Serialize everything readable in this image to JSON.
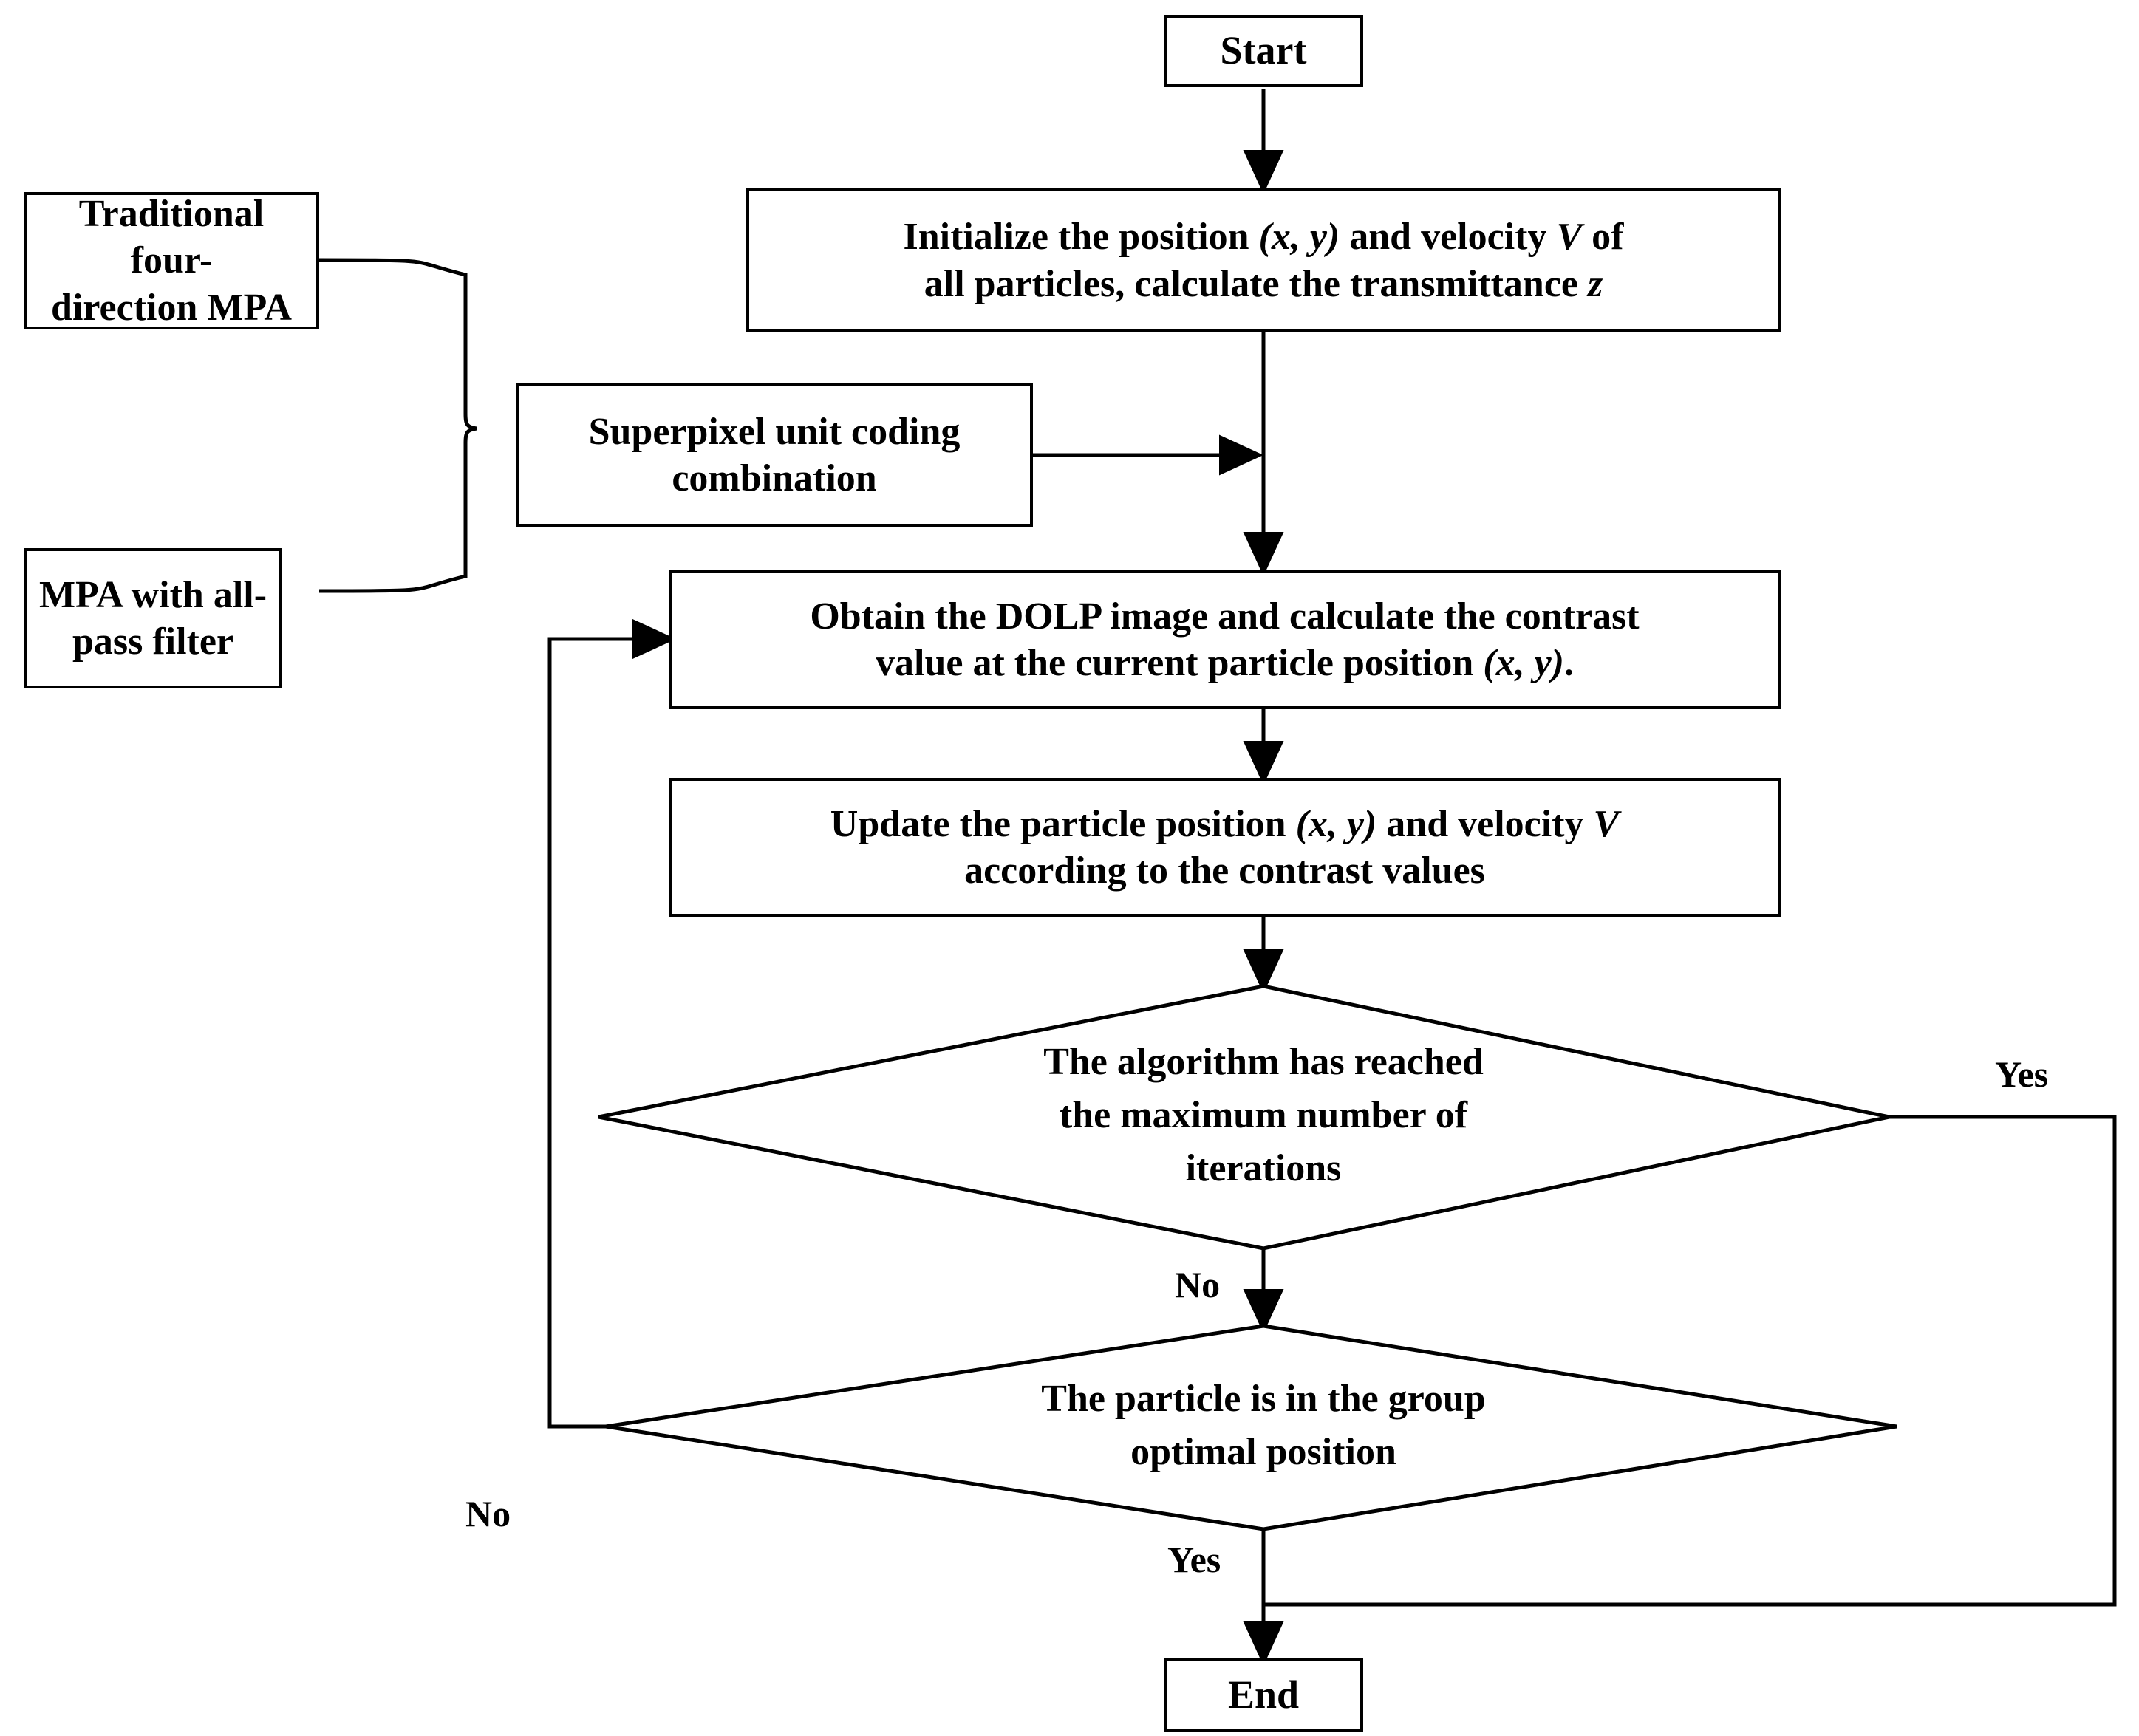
{
  "diagram": {
    "title": "MPA superpixel particle swarm optimization flowchart",
    "type": "flowchart",
    "background_color": "#ffffff",
    "line_color": "#000000"
  },
  "nodes": {
    "start": {
      "label": "Start",
      "shape": "rectangle"
    },
    "initialize": {
      "line1": "Initialize the position (x, y) and velocity V of",
      "line2": "all particles, calculate the transmittance z",
      "shape": "rectangle"
    },
    "traditional_mpa": {
      "line1": "Traditional four-",
      "line2": "direction MPA",
      "shape": "rectangle"
    },
    "mpa_allpass": {
      "line1": "MPA with all-",
      "line2": "pass filter",
      "shape": "rectangle"
    },
    "superpixel": {
      "line1": "Superpixel unit coding",
      "line2": "combination",
      "shape": "rectangle"
    },
    "obtain_dolp": {
      "line1": "Obtain the DOLP image and calculate the contrast",
      "line2": "value at the current particle position (x, y).",
      "shape": "rectangle"
    },
    "update_particle": {
      "line1": "Update the particle position (x, y) and velocity V",
      "line2": "according to the contrast values",
      "shape": "rectangle"
    },
    "decision_max_iter": {
      "line1": "The algorithm has reached",
      "line2": "the maximum number of",
      "line3": "iterations",
      "shape": "diamond"
    },
    "decision_group_opt": {
      "line1": "The particle is in the group",
      "line2": "optimal position",
      "shape": "diamond"
    },
    "end": {
      "label": "End",
      "shape": "rectangle"
    }
  },
  "edge_labels": {
    "max_iter_yes": "Yes",
    "max_iter_no": "No",
    "group_opt_yes": "Yes",
    "group_opt_no": "No"
  }
}
